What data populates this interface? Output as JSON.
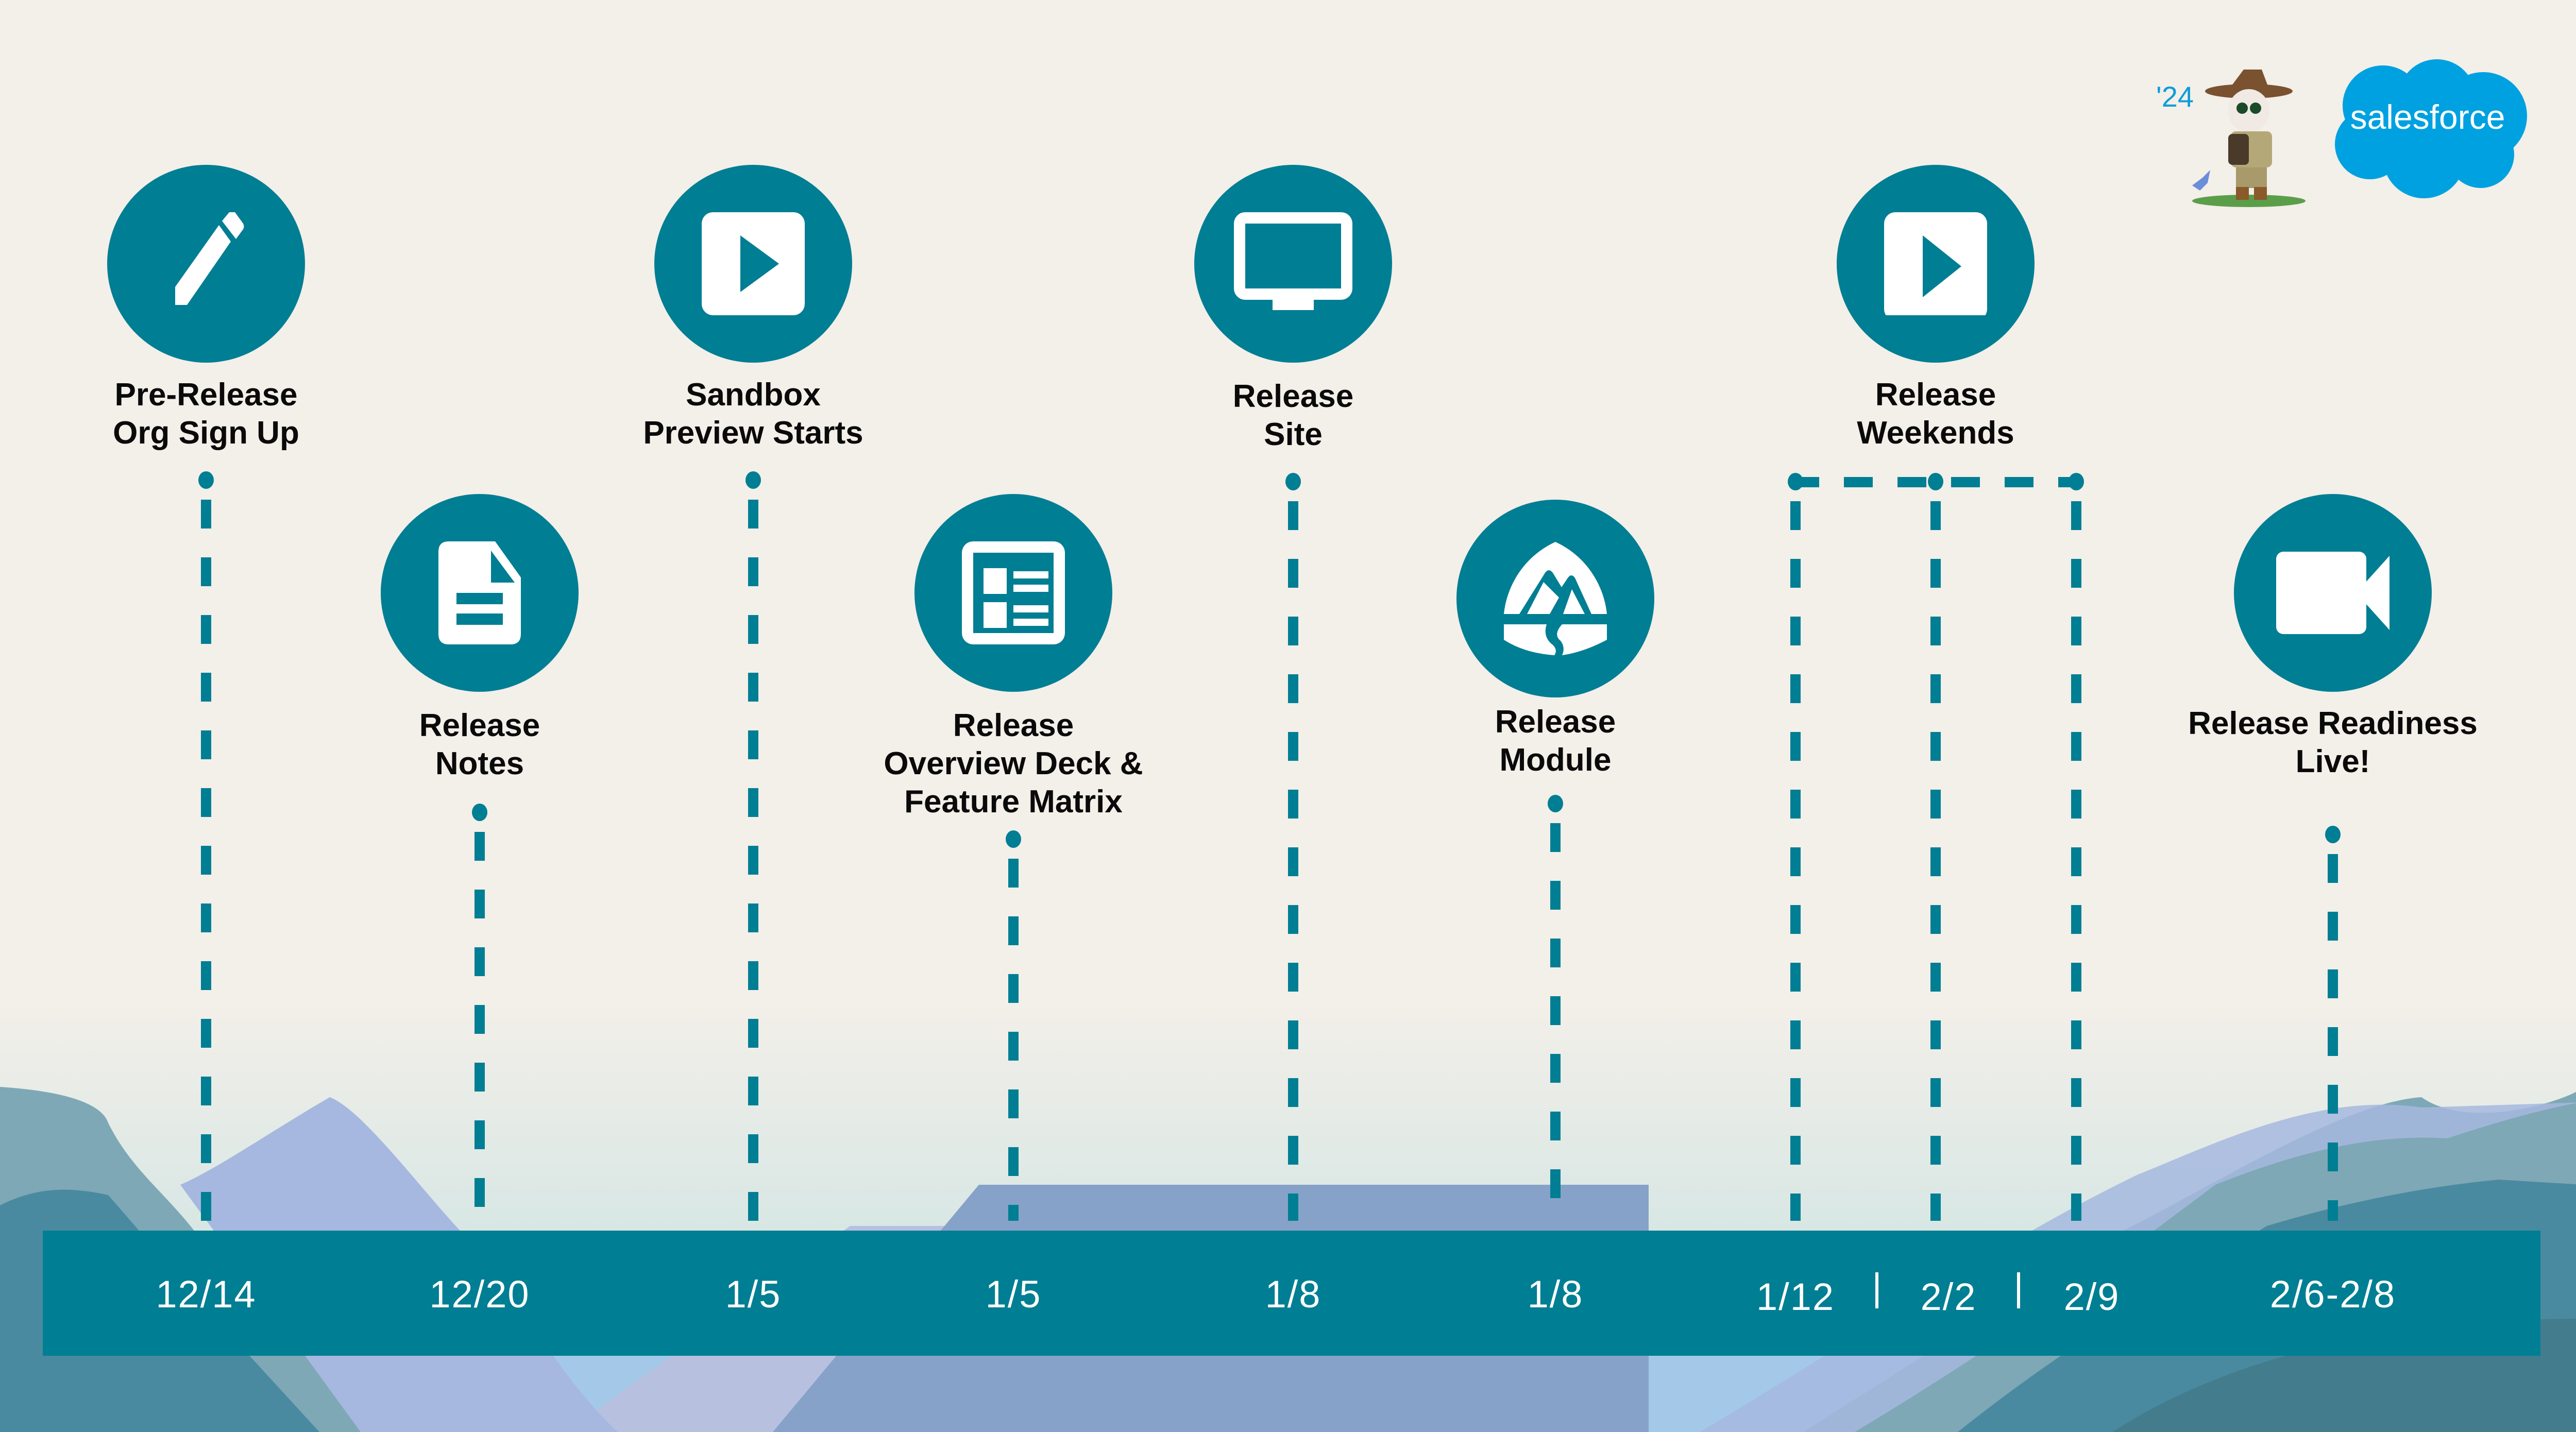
{
  "branding": {
    "year_badge": "'24",
    "logo_text": "salesforce",
    "logo_color": "#00a1e0",
    "mascot": "ranger-mascot-with-binoculars"
  },
  "colors": {
    "accent": "#007e93",
    "background": "#f3efe9",
    "text": "#0a0a0a",
    "date_text": "#ffffff"
  },
  "milestones": [
    {
      "icon": "pencil-icon",
      "label_line1": "Pre-Release",
      "label_line2": "Org Sign Up",
      "date": "12/14"
    },
    {
      "icon": "document-icon",
      "label_line1": "Release",
      "label_line2": "Notes",
      "date": "12/20"
    },
    {
      "icon": "play-icon",
      "label_line1": "Sandbox",
      "label_line2": "Preview Starts",
      "date": "1/5"
    },
    {
      "icon": "news-layout-icon",
      "label_line1": "Release",
      "label_line2": "Overview Deck &",
      "label_line3": "Feature Matrix",
      "date": "1/5"
    },
    {
      "icon": "monitor-icon",
      "label_line1": "Release",
      "label_line2": "Site",
      "date": "1/8"
    },
    {
      "icon": "trailhead-icon",
      "label_line1": "Release",
      "label_line2": "Module",
      "date": "1/8"
    },
    {
      "icon": "play-icon",
      "label_line1": "Release",
      "label_line2": "Weekends",
      "date": "1/12  |  2/2  |  2/9",
      "dates": [
        "1/12",
        "2/2",
        "2/9"
      ]
    },
    {
      "icon": "video-camera-icon",
      "label_line1": "Release Readiness",
      "label_line2": "Live!",
      "date": "2/6-2/8"
    }
  ]
}
